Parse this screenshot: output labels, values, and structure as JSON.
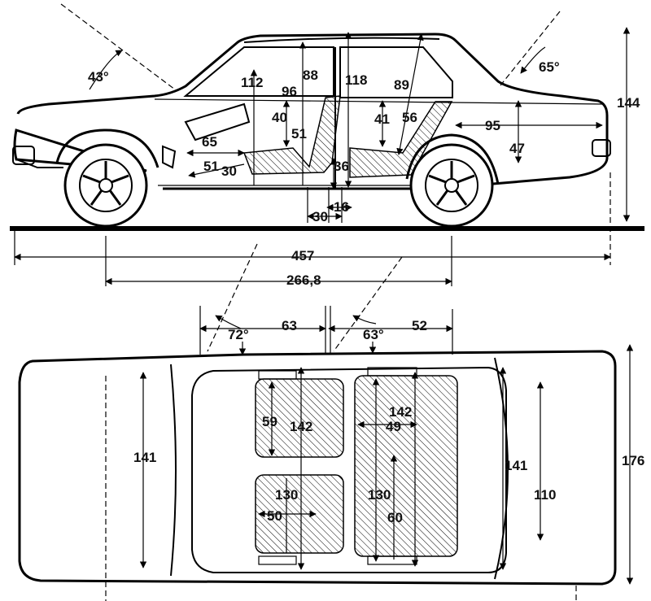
{
  "side_view": {
    "angles": {
      "rear_window_angle": "43°",
      "windshield_angle": "65°"
    },
    "heights": {
      "overall_height": "144",
      "interior_front": "112",
      "interior_center": "118",
      "seat_front_a": "96",
      "seat_front_b": "88",
      "rear_headroom": "89",
      "front_seat_height": "40",
      "front_seat_cushion": "51",
      "rear_seat_height": "41",
      "rear_seat_back": "56",
      "trunk_length": "95",
      "trunk_height": "47",
      "pedal_distance": "65",
      "floor_front": "51",
      "floor_height": "30",
      "seat_base": "36",
      "seat_gap": "16",
      "seat_step": "30"
    },
    "lengths": {
      "overall_length": "457",
      "wheelbase": "266,8"
    }
  },
  "top_view": {
    "angles": {
      "front_door_angle": "72°",
      "rear_door_angle": "63°"
    },
    "lengths": {
      "front_door": "63",
      "rear_door": "52"
    },
    "widths": {
      "overall_width": "176",
      "front_track_width": "141",
      "rear_track_width": "141",
      "trunk_width": "110",
      "front_seat_depth": "59",
      "front_interior_width": "142",
      "front_seat_width": "130",
      "front_seat_inner": "50",
      "rear_interior_width": "142",
      "rear_seat_depth": "49",
      "rear_seat_width": "130",
      "rear_seat_inner": "60"
    }
  }
}
